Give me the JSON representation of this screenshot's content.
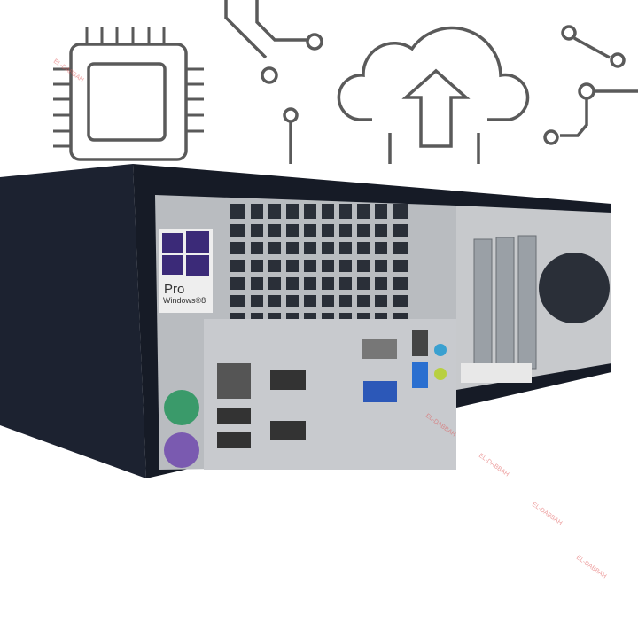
{
  "sticker": {
    "edition": "Pro",
    "product": "Windows®8",
    "logo_color": "#3b2a78"
  },
  "watermark": {
    "brand": "EL-DABBAH",
    "color": "#e05a5a",
    "accent": "#6fa0e0"
  },
  "icons": [
    "cpu-chip-icon",
    "circuit-trace-icon",
    "cloud-upload-icon"
  ],
  "colors": {
    "chassis": "#1c2230",
    "io_panel": "#b9bcc0",
    "ps2_keyboard": "#3a9a6a",
    "ps2_mouse": "#7a5ab0",
    "vga": "#2c58b8",
    "usb3": "#2a6fd0",
    "line_in": "#3aa0d0",
    "line_out": "#b8d040",
    "icon_stroke": "#5a5a5a"
  }
}
